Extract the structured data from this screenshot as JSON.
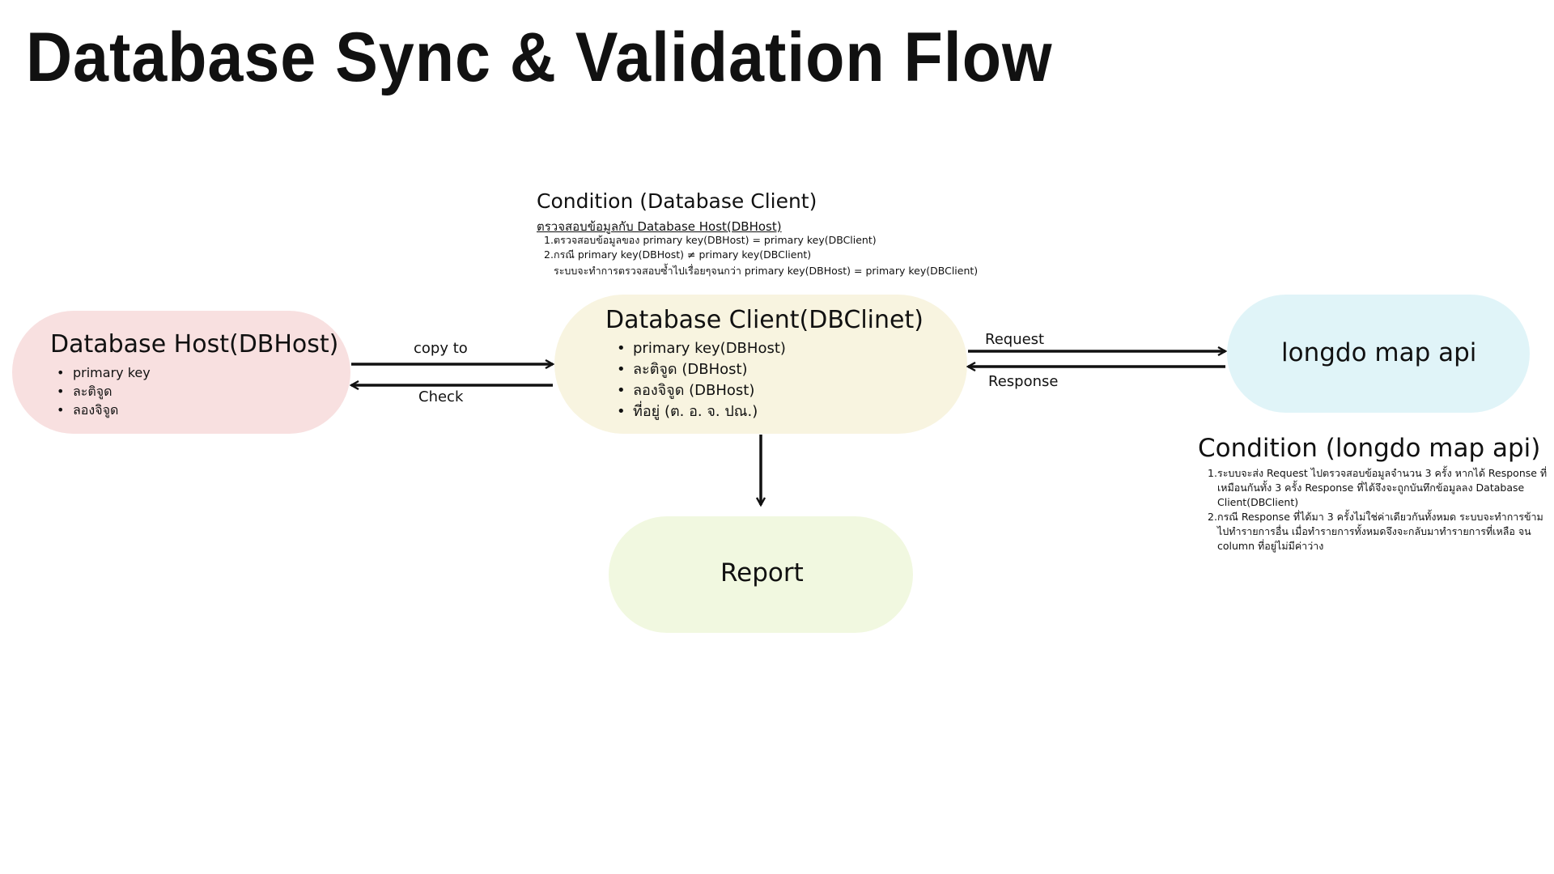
{
  "title": "Database Sync & Validation Flow",
  "nodes": {
    "host": {
      "title": "Database Host(DBHost)",
      "items": [
        "primary key",
        "ละติจูด",
        "ลองจิจูด"
      ]
    },
    "client": {
      "title": "Database Client(DBClinet)",
      "items": [
        "primary key(DBHost)",
        "ละติจูด (DBHost)",
        "ลองจิจูด (DBHost)",
        "ที่อยู่ (ต. อ. จ. ปณ.)"
      ]
    },
    "api": {
      "title": "longdo map api"
    },
    "report": {
      "title": "Report"
    }
  },
  "edges": {
    "copy_to": "copy to",
    "check": "Check",
    "request": "Request",
    "response": "Response"
  },
  "condition_client": {
    "title": "Condition (Database Client)",
    "subtitle": "ตรวจสอบข้อมูลกับ Database Host(DBHost)",
    "items": [
      {
        "num": "1.",
        "text": "ตรวจสอบข้อมูลของ primary key(DBHost) =  primary key(DBClient)"
      },
      {
        "num": "2.",
        "text": "กรณี primary key(DBHost) ≠ primary key(DBClient)"
      }
    ],
    "extra": "ระบบจะทำการตรวจสอบซ้ำไปเรื่อยๆจนกว่า primary key(DBHost) = primary key(DBClient)"
  },
  "condition_api": {
    "title": "Condition (longdo map api)",
    "items": [
      {
        "num": "1.",
        "text": "ระบบจะส่ง Request ไปตรวจสอบข้อมูลจำนวน 3 ครั้ง หากได้ Response ที่เหมือนกันทั้ง 3 ครั้ง Response ที่ได้จึงจะถูกบันทึกข้อมูลลง Database Client(DBClient)"
      },
      {
        "num": "2.",
        "text": "กรณี Response ที่ได้มา 3 ครั้งไม่ใช่ค่าเดียวกันทั้งหมด ระบบจะทำการข้ามไปทำรายการอื่น เมื่อทำรายการทั้งหมดจึงจะกลับมาทำรายการที่เหลือ จน column ที่อยู่ไม่มีค่าว่าง"
      }
    ]
  },
  "colors": {
    "host": "#f8e0e0",
    "client": "#f8f4e0",
    "api": "#e0f4f8",
    "report": "#f1f8e0",
    "arrow": "#111111"
  }
}
